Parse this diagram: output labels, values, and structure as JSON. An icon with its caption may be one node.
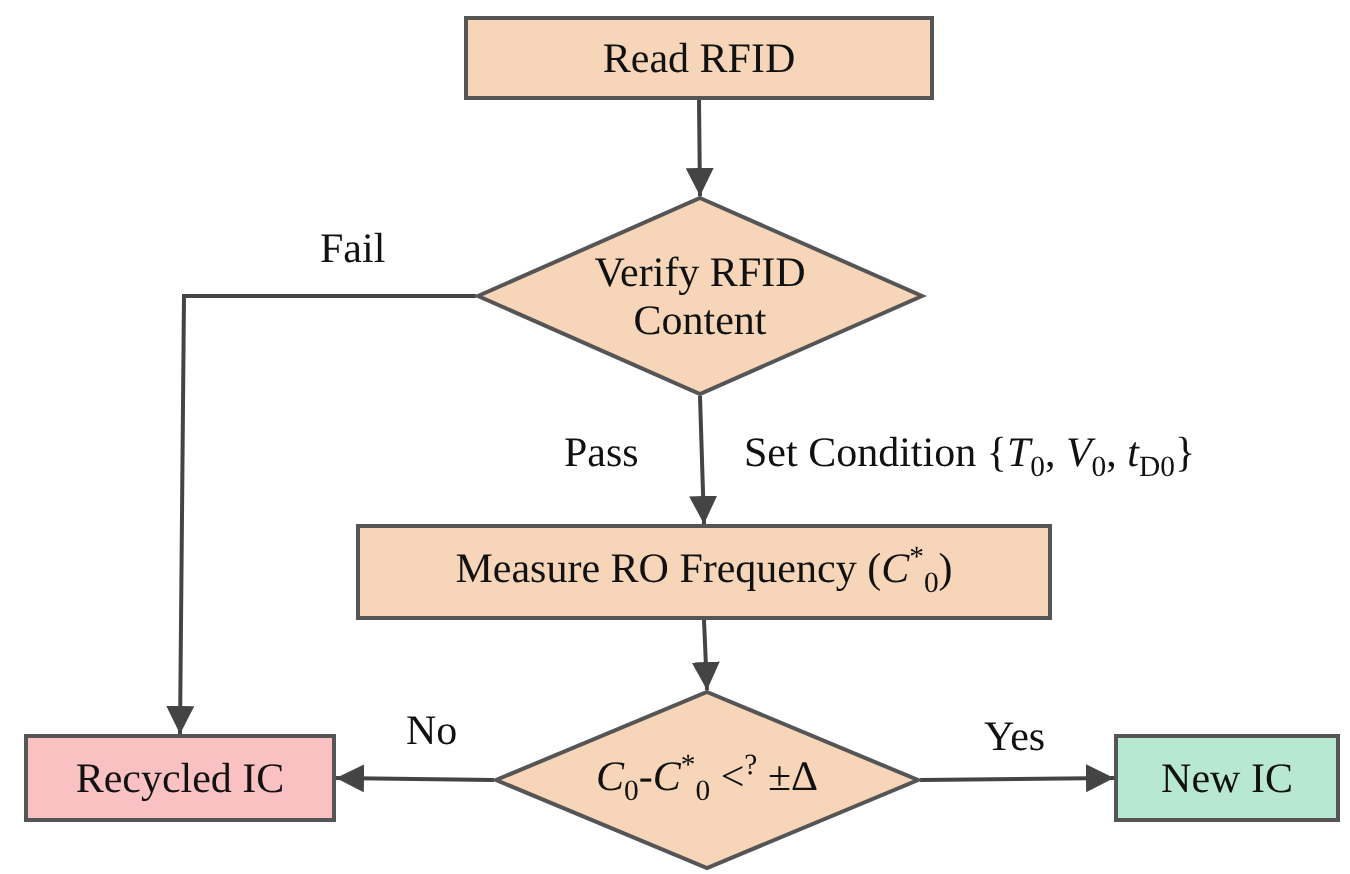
{
  "diagram": {
    "nodes": [
      {
        "text": [
          "Read RFID"
        ]
      },
      {
        "text": [
          "Verify RFID Content"
        ]
      },
      {
        "text": [
          "Measure RO Frequency (*C*$^{*}$$_{0}$)"
        ]
      },
      {
        "text": [
          "Recycled IC"
        ]
      },
      {
        "text": [
          "*C*$_{0}$-*C*$^{*}$$_{0}$ <$^{?}$ ±Δ"
        ]
      },
      {
        "text": [
          "New IC"
        ]
      }
    ],
    "edges": [
      {
        "from": 0,
        "to": 1,
        "arrow": "to"
      },
      {
        "from": 1,
        "to": 2,
        "arrow": "to",
        "label": "Pass"
      },
      {
        "from": 1,
        "to": 3,
        "arrow": "to",
        "label": "Fail"
      },
      {
        "from": 2,
        "to": 4,
        "arrow": "to"
      },
      {
        "from": 4,
        "to": 3,
        "arrow": "to",
        "label": "No"
      },
      {
        "from": 4,
        "to": 5,
        "arrow": "to",
        "label": "Yes"
      }
    ],
    "labels": [
      "Set Condition {*T*$_{0}$, *V*$_{0}$, *t*$_{D0}$}"
    ]
  }
}
